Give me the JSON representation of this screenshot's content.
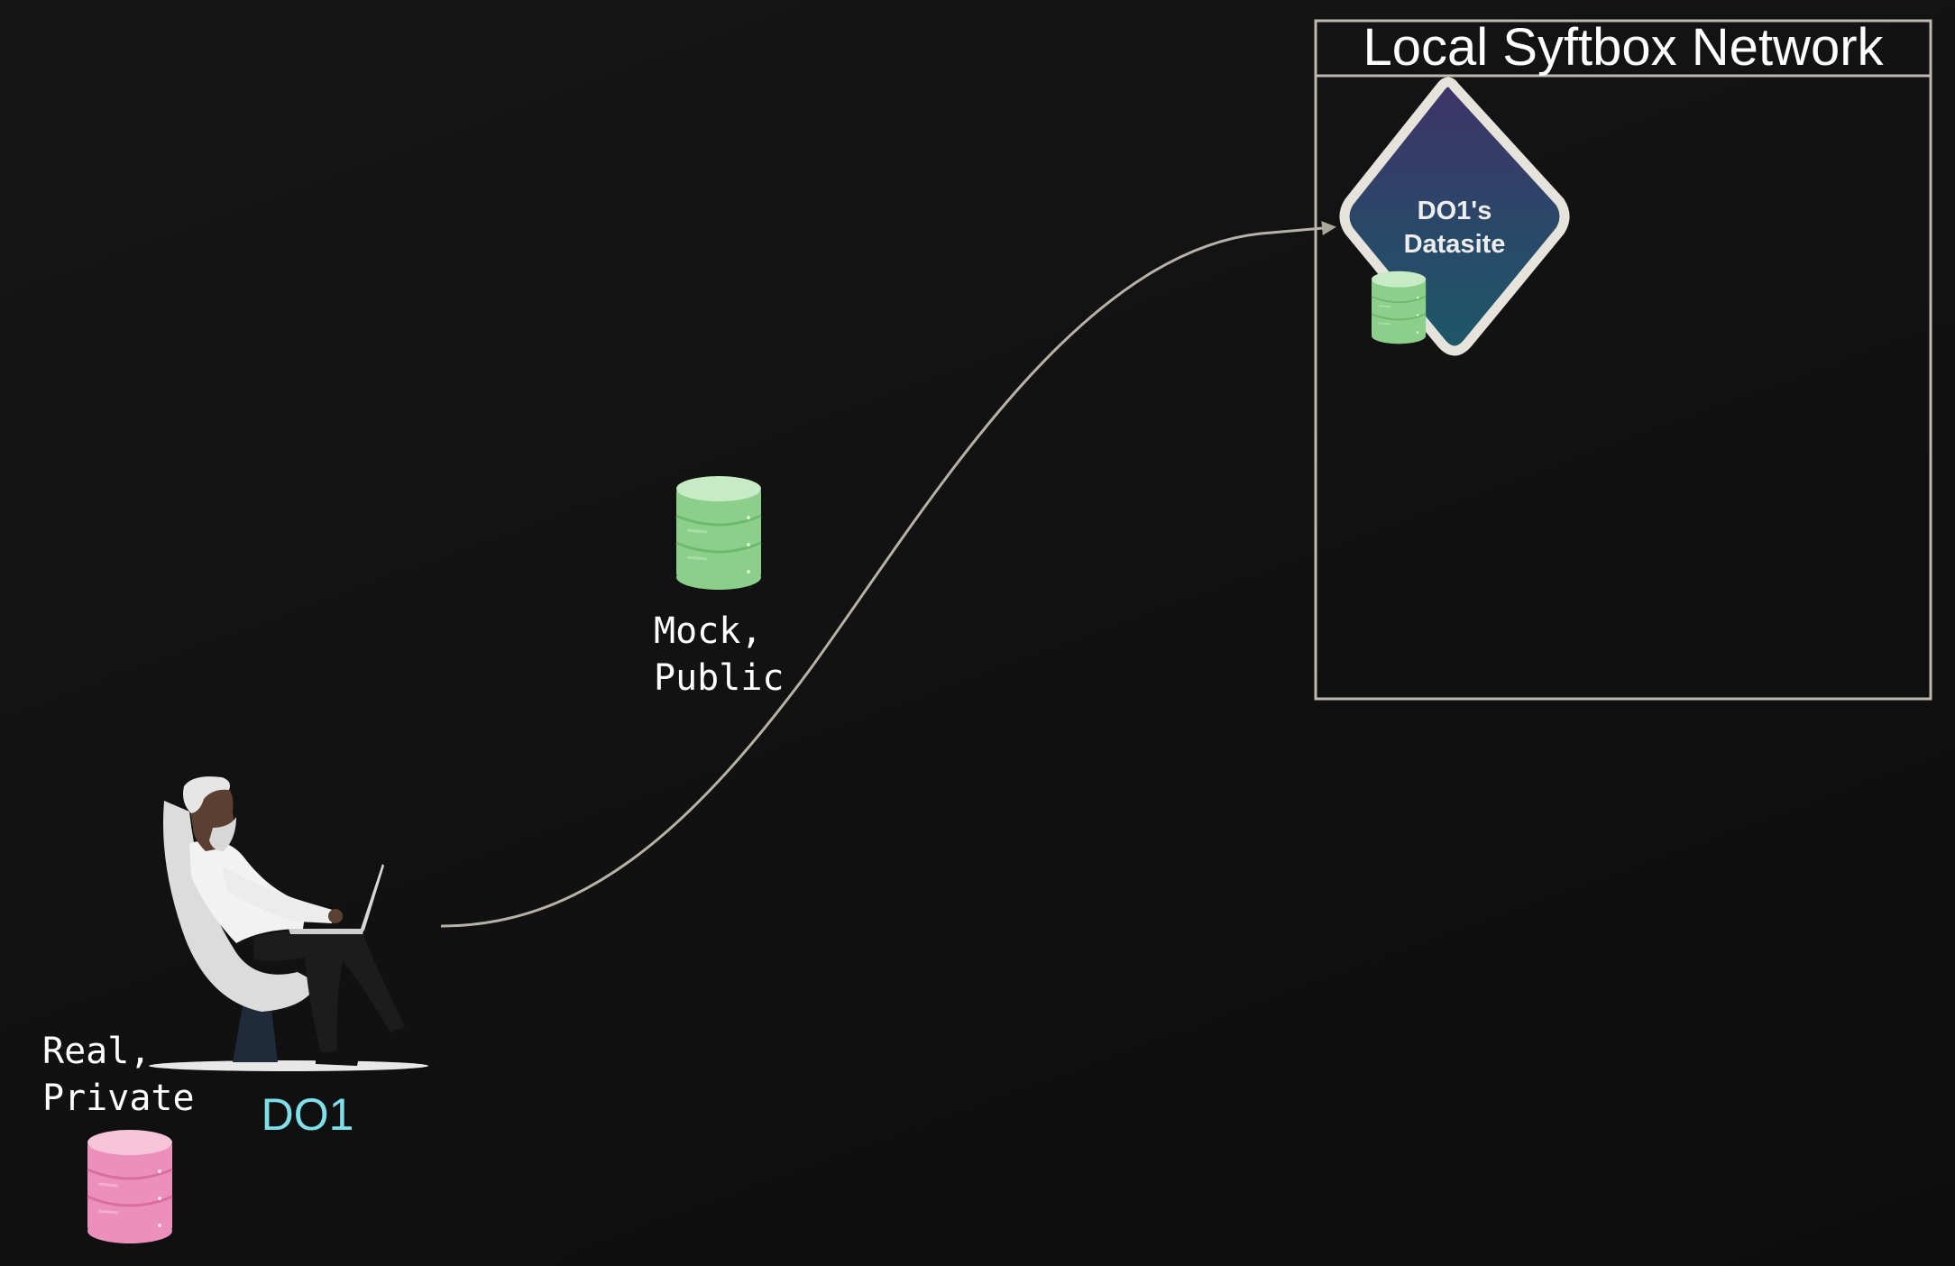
{
  "network": {
    "title": "Local Syftbox Network"
  },
  "datasite": {
    "label_line1": "DO1's",
    "label_line2": "Datasite"
  },
  "mock_dataset": {
    "label_line1": "Mock,",
    "label_line2": "Public"
  },
  "real_dataset": {
    "label_line1": "Real,",
    "label_line2": "Private"
  },
  "owner": {
    "name": "DO1"
  },
  "colors": {
    "background": "#141414",
    "box_stroke": "#bdb9ad",
    "arrow": "#b6b2a6",
    "label_text": "#ffffff",
    "owner_name": "#7fe0ea",
    "db_green": "#8fd08f",
    "db_pink": "#ee92bd",
    "diamond_top": "#3a3565",
    "diamond_bottom": "#1f5468",
    "diamond_border": "#e5e3dc"
  },
  "icons": {
    "datasite": "diamond-node-icon",
    "mock_db": "database-icon",
    "real_db": "database-icon",
    "owner": "person-with-laptop-icon"
  }
}
